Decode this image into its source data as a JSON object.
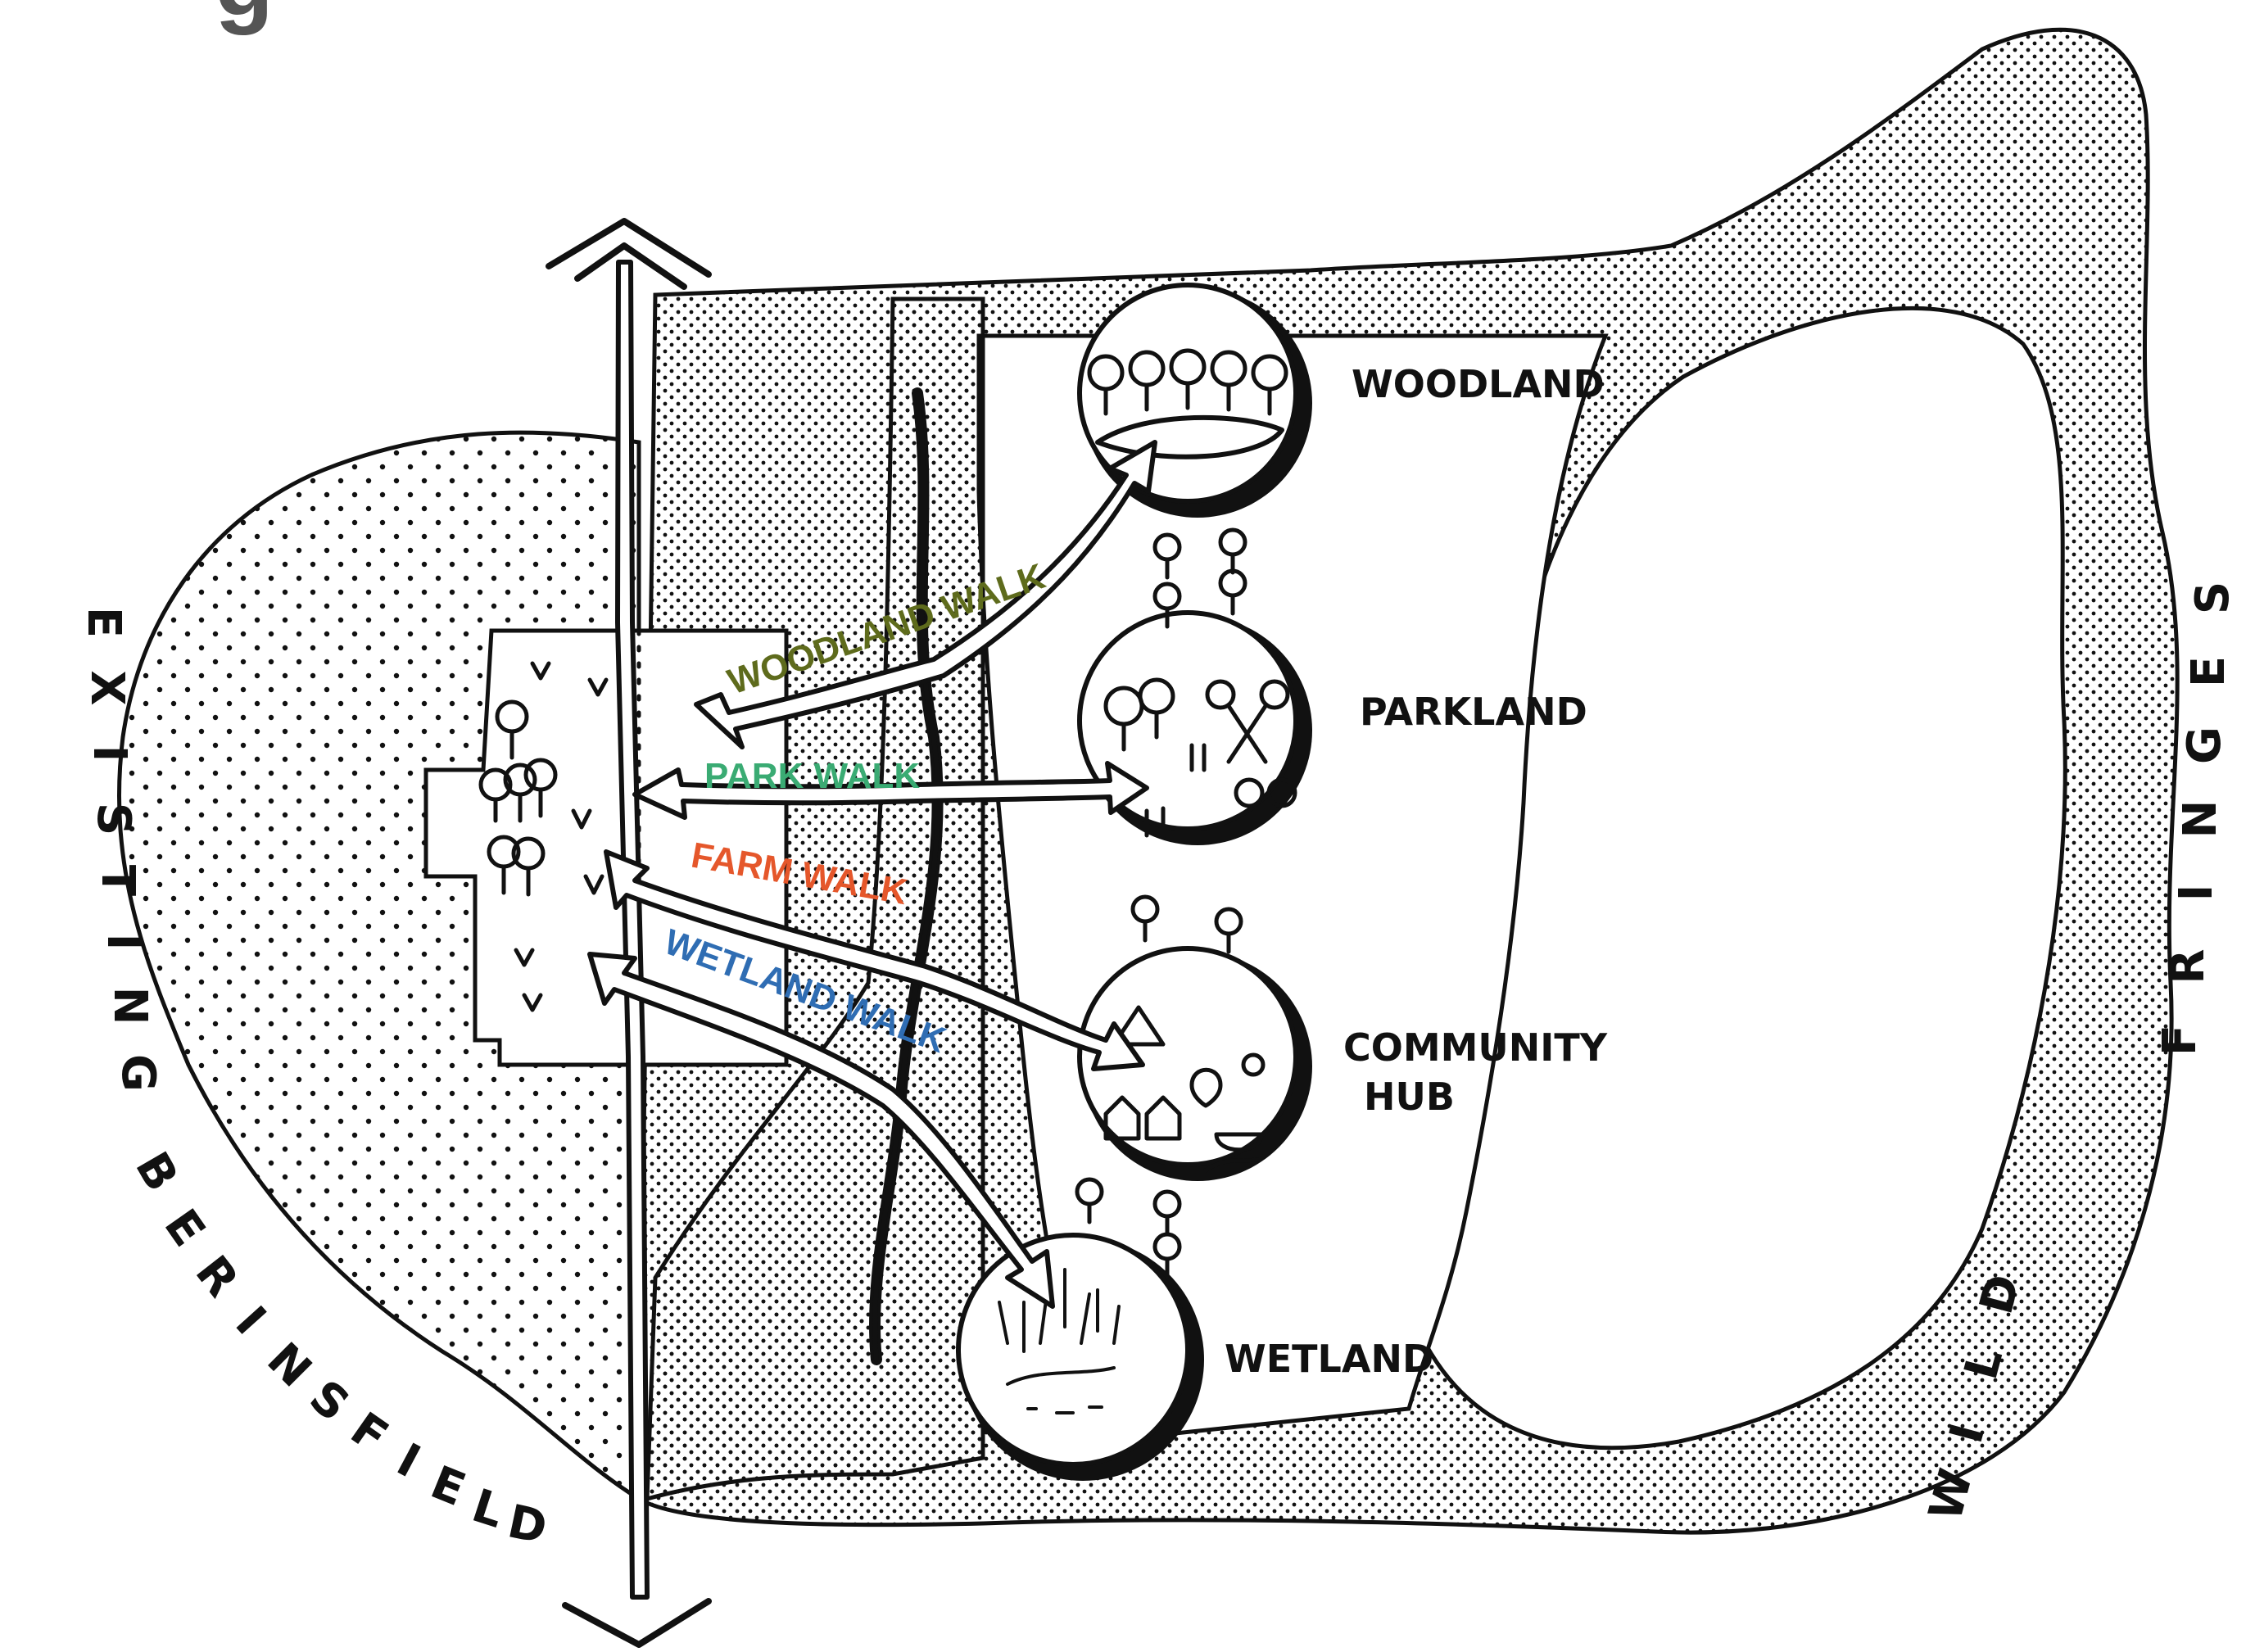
{
  "header_fragment": "g",
  "zones": {
    "woodland": "WOODLAND",
    "parkland": "PARKLAND",
    "community_hub_line1": "COMMUNITY",
    "community_hub_line2": "HUB",
    "wetland": "WETLAND"
  },
  "walks": {
    "woodland": {
      "label": "WOODLAND WALK",
      "color": "#5e6b1c"
    },
    "park": {
      "label": "PARK WALK",
      "color": "#3aab73"
    },
    "farm": {
      "label": "FARM WALK",
      "color": "#e5572b"
    },
    "wetland": {
      "label": "WETLAND WALK",
      "color": "#2f6db3"
    }
  },
  "edge_labels": {
    "existing": [
      "E",
      "X",
      "I",
      "S",
      "T",
      "I",
      "N",
      "G"
    ],
    "berinsfield": [
      "B",
      "E",
      "R",
      "I",
      "N",
      "S",
      "F",
      "I",
      "E",
      "L",
      "D"
    ],
    "wild": [
      "W",
      "I",
      "L",
      "D"
    ],
    "fringes": [
      "F",
      "R",
      "I",
      "N",
      "G",
      "E",
      "S"
    ]
  },
  "colors": {
    "ink": "#111111",
    "paper": "#ffffff"
  }
}
